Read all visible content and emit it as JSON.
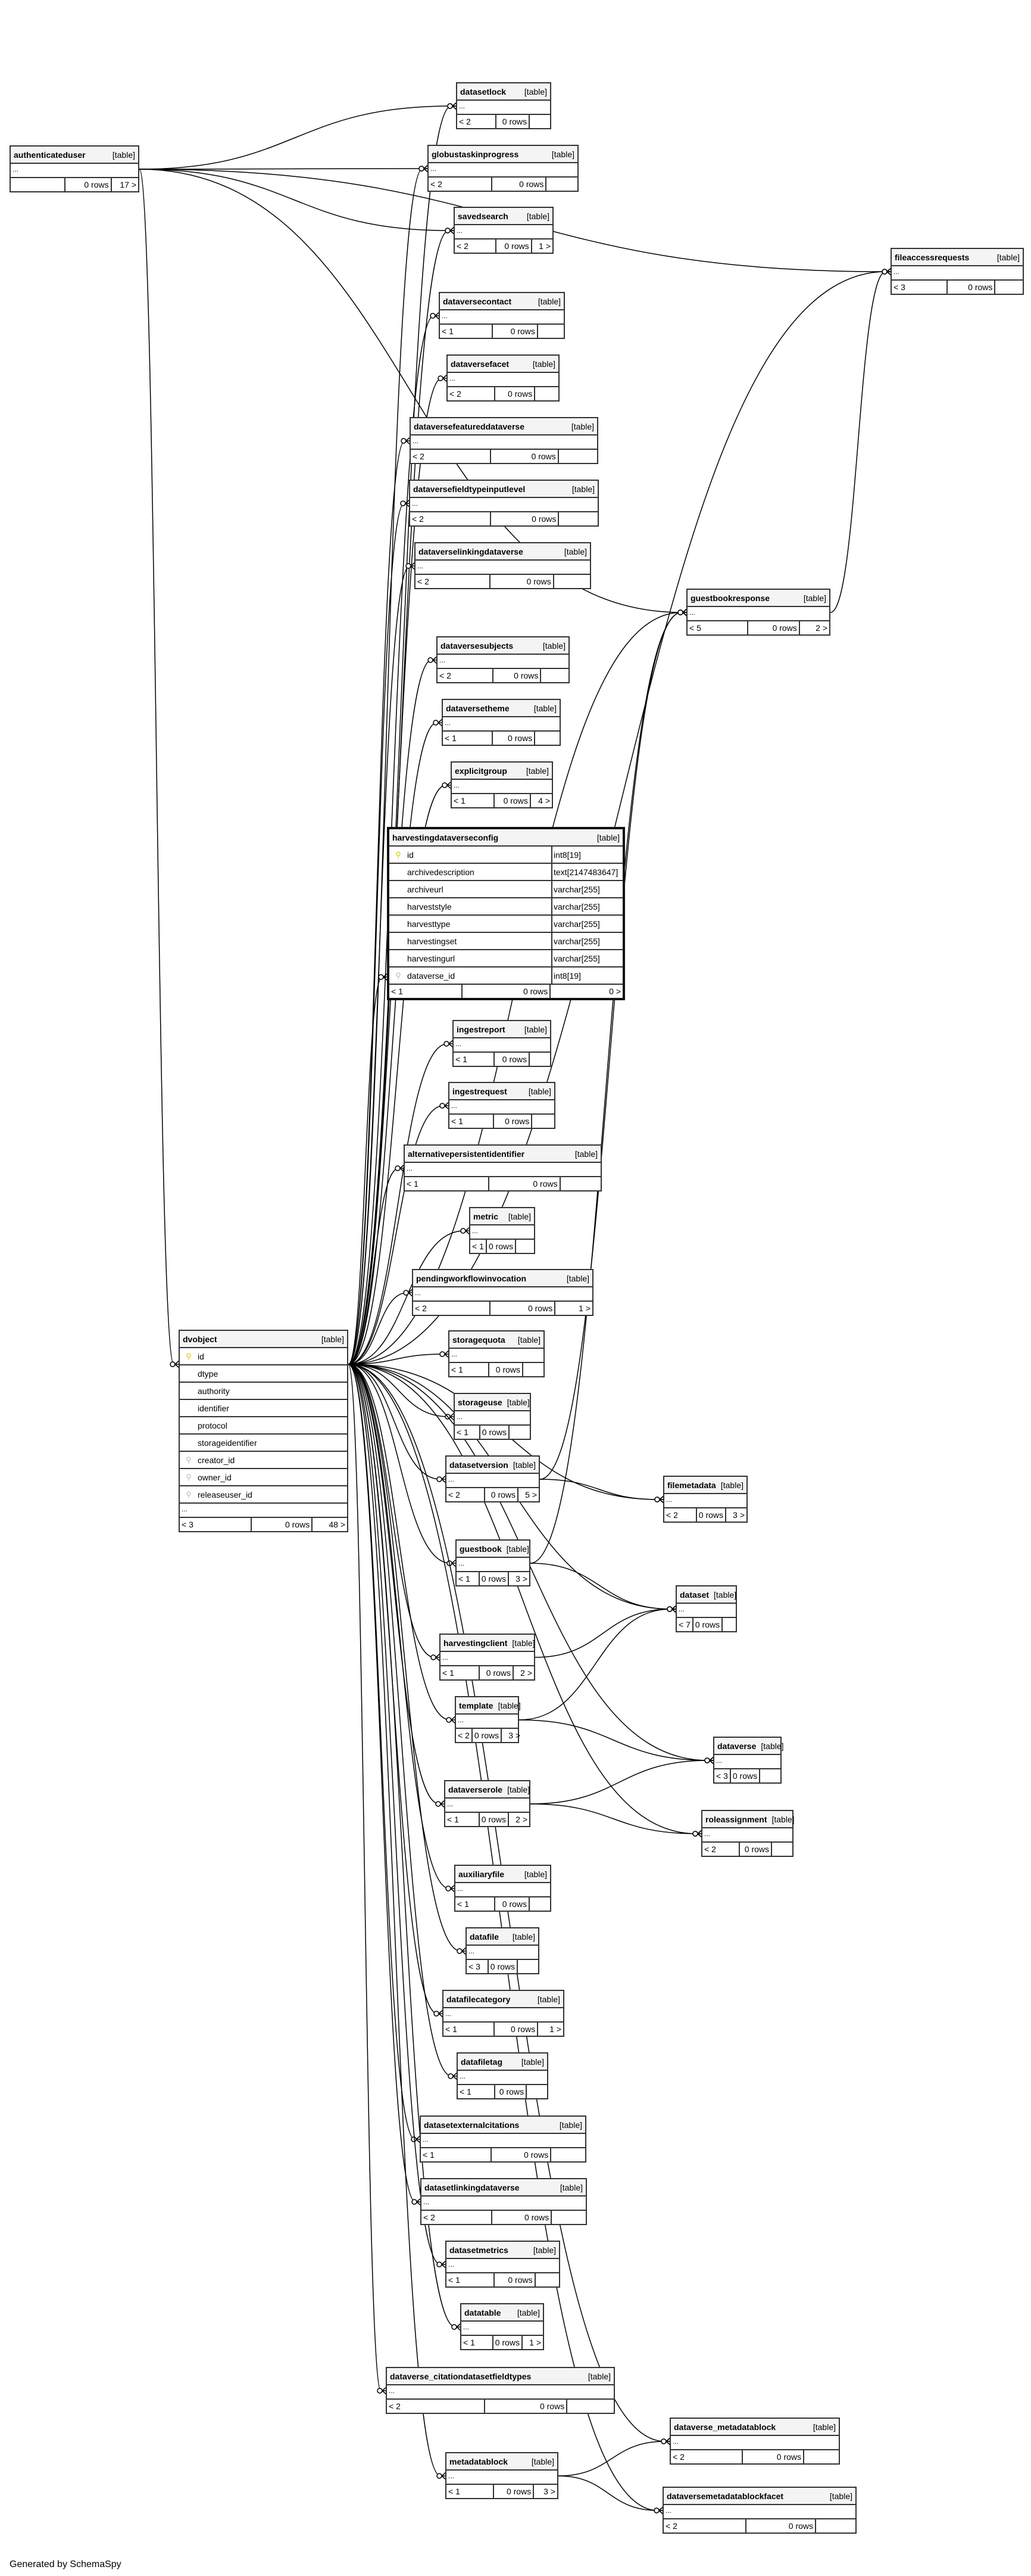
{
  "footer": "Generated by SchemaSpy",
  "table_kind_label": "[table]",
  "ellipsis": "...",
  "focus_table": {
    "name": "harvestingdataverseconfig",
    "kind": "[table]",
    "columns": [
      {
        "name": "id",
        "type": "int8[19]",
        "key": "primary-key"
      },
      {
        "name": "archivedescription",
        "type": "text[2147483647]",
        "key": "none"
      },
      {
        "name": "archiveurl",
        "type": "varchar[255]",
        "key": "none"
      },
      {
        "name": "harveststyle",
        "type": "varchar[255]",
        "key": "none"
      },
      {
        "name": "harvesttype",
        "type": "varchar[255]",
        "key": "none"
      },
      {
        "name": "harvestingset",
        "type": "varchar[255]",
        "key": "none"
      },
      {
        "name": "harvestingurl",
        "type": "varchar[255]",
        "key": "none"
      },
      {
        "name": "dataverse_id",
        "type": "int8[19]",
        "key": "foreign-key"
      }
    ],
    "parents": "< 1",
    "rows": "0 rows",
    "children": "0 >"
  },
  "dvobject": {
    "name": "dvobject",
    "kind": "[table]",
    "columns": [
      {
        "name": "id",
        "key": "primary-key"
      },
      {
        "name": "dtype",
        "key": "none"
      },
      {
        "name": "authority",
        "key": "none"
      },
      {
        "name": "identifier",
        "key": "none"
      },
      {
        "name": "protocol",
        "key": "none"
      },
      {
        "name": "storageidentifier",
        "key": "none"
      },
      {
        "name": "creator_id",
        "key": "foreign-key"
      },
      {
        "name": "owner_id",
        "key": "foreign-key"
      },
      {
        "name": "releaseuser_id",
        "key": "foreign-key"
      }
    ],
    "parents": "< 3",
    "rows": "0 rows",
    "children": "48 >"
  },
  "tables": [
    {
      "id": "authenticateduser",
      "name": "authenticateduser",
      "parents": "",
      "rows": "0 rows",
      "children": "17 >"
    },
    {
      "id": "datasetlock",
      "name": "datasetlock",
      "parents": "< 2",
      "rows": "0 rows",
      "children": ""
    },
    {
      "id": "globustaskinprogress",
      "name": "globustaskinprogress",
      "parents": "< 2",
      "rows": "0 rows",
      "children": ""
    },
    {
      "id": "savedsearch",
      "name": "savedsearch",
      "parents": "< 2",
      "rows": "0 rows",
      "children": "1 >"
    },
    {
      "id": "fileaccessrequests",
      "name": "fileaccessrequests",
      "parents": "< 3",
      "rows": "0 rows",
      "children": ""
    },
    {
      "id": "dataversecontact",
      "name": "dataversecontact",
      "parents": "< 1",
      "rows": "0 rows",
      "children": ""
    },
    {
      "id": "dataversefacet",
      "name": "dataversefacet",
      "parents": "< 2",
      "rows": "0 rows",
      "children": ""
    },
    {
      "id": "dataversefeatureddataverse",
      "name": "dataversefeatureddataverse",
      "parents": "< 2",
      "rows": "0 rows",
      "children": ""
    },
    {
      "id": "dataversefieldtypeinputlevel",
      "name": "dataversefieldtypeinputlevel",
      "parents": "< 2",
      "rows": "0 rows",
      "children": ""
    },
    {
      "id": "dataverselinkingdataverse",
      "name": "dataverselinkingdataverse",
      "parents": "< 2",
      "rows": "0 rows",
      "children": ""
    },
    {
      "id": "guestbookresponse",
      "name": "guestbookresponse",
      "parents": "< 5",
      "rows": "0 rows",
      "children": "2 >"
    },
    {
      "id": "dataversesubjects",
      "name": "dataversesubjects",
      "parents": "< 2",
      "rows": "0 rows",
      "children": ""
    },
    {
      "id": "dataversetheme",
      "name": "dataversetheme",
      "parents": "< 1",
      "rows": "0 rows",
      "children": ""
    },
    {
      "id": "explicitgroup",
      "name": "explicitgroup",
      "parents": "< 1",
      "rows": "0 rows",
      "children": "4 >"
    },
    {
      "id": "ingestreport",
      "name": "ingestreport",
      "parents": "< 1",
      "rows": "0 rows",
      "children": ""
    },
    {
      "id": "ingestrequest",
      "name": "ingestrequest",
      "parents": "< 1",
      "rows": "0 rows",
      "children": ""
    },
    {
      "id": "alternativepersistentidentifier",
      "name": "alternativepersistentidentifier",
      "parents": "< 1",
      "rows": "0 rows",
      "children": ""
    },
    {
      "id": "metric",
      "name": "metric",
      "parents": "< 1",
      "rows": "0 rows",
      "children": ""
    },
    {
      "id": "pendingworkflowinvocation",
      "name": "pendingworkflowinvocation",
      "parents": "< 2",
      "rows": "0 rows",
      "children": "1 >"
    },
    {
      "id": "storagequota",
      "name": "storagequota",
      "parents": "< 1",
      "rows": "0 rows",
      "children": ""
    },
    {
      "id": "storageuse",
      "name": "storageuse",
      "parents": "< 1",
      "rows": "0 rows",
      "children": ""
    },
    {
      "id": "datasetversion",
      "name": "datasetversion",
      "parents": "< 2",
      "rows": "0 rows",
      "children": "5 >"
    },
    {
      "id": "filemetadata",
      "name": "filemetadata",
      "parents": "< 2",
      "rows": "0 rows",
      "children": "3 >"
    },
    {
      "id": "guestbook",
      "name": "guestbook",
      "parents": "< 1",
      "rows": "0 rows",
      "children": "3 >"
    },
    {
      "id": "dataset",
      "name": "dataset",
      "parents": "< 7",
      "rows": "0 rows",
      "children": ""
    },
    {
      "id": "harvestingclient",
      "name": "harvestingclient",
      "parents": "< 1",
      "rows": "0 rows",
      "children": "2 >"
    },
    {
      "id": "template",
      "name": "template",
      "parents": "< 2",
      "rows": "0 rows",
      "children": "3 >"
    },
    {
      "id": "dataverse",
      "name": "dataverse",
      "parents": "< 3",
      "rows": "0 rows",
      "children": ""
    },
    {
      "id": "dataverserole",
      "name": "dataverserole",
      "parents": "< 1",
      "rows": "0 rows",
      "children": "2 >"
    },
    {
      "id": "roleassignment",
      "name": "roleassignment",
      "parents": "< 2",
      "rows": "0 rows",
      "children": ""
    },
    {
      "id": "auxiliaryfile",
      "name": "auxiliaryfile",
      "parents": "< 1",
      "rows": "0 rows",
      "children": ""
    },
    {
      "id": "datafile",
      "name": "datafile",
      "parents": "< 3",
      "rows": "0 rows",
      "children": ""
    },
    {
      "id": "datafilecategory",
      "name": "datafilecategory",
      "parents": "< 1",
      "rows": "0 rows",
      "children": "1 >"
    },
    {
      "id": "datafiletag",
      "name": "datafiletag",
      "parents": "< 1",
      "rows": "0 rows",
      "children": ""
    },
    {
      "id": "datasetexternalcitations",
      "name": "datasetexternalcitations",
      "parents": "< 1",
      "rows": "0 rows",
      "children": ""
    },
    {
      "id": "datasetlinkingdataverse",
      "name": "datasetlinkingdataverse",
      "parents": "< 2",
      "rows": "0 rows",
      "children": ""
    },
    {
      "id": "datasetmetrics",
      "name": "datasetmetrics",
      "parents": "< 1",
      "rows": "0 rows",
      "children": ""
    },
    {
      "id": "datatable",
      "name": "datatable",
      "parents": "< 1",
      "rows": "0 rows",
      "children": "1 >"
    },
    {
      "id": "dataverse_citationdatasetfieldtypes",
      "name": "dataverse_citationdatasetfieldtypes",
      "parents": "< 2",
      "rows": "0 rows",
      "children": ""
    },
    {
      "id": "dataverse_metadatablock",
      "name": "dataverse_metadatablock",
      "parents": "< 2",
      "rows": "0 rows",
      "children": ""
    },
    {
      "id": "metadatablock",
      "name": "metadatablock",
      "parents": "< 1",
      "rows": "0 rows",
      "children": "3 >"
    },
    {
      "id": "dataversemetadatablockfacet",
      "name": "dataversemetadatablockfacet",
      "parents": "< 2",
      "rows": "0 rows",
      "children": ""
    }
  ],
  "relationships": [
    [
      "authenticateduser",
      "datasetlock"
    ],
    [
      "authenticateduser",
      "globustaskinprogress"
    ],
    [
      "authenticateduser",
      "savedsearch"
    ],
    [
      "authenticateduser",
      "fileaccessrequests"
    ],
    [
      "authenticateduser",
      "guestbookresponse"
    ],
    [
      "authenticateduser",
      "dvobject"
    ],
    [
      "dvobject",
      "datasetlock"
    ],
    [
      "dvobject",
      "globustaskinprogress"
    ],
    [
      "dvobject",
      "savedsearch"
    ],
    [
      "dvobject",
      "fileaccessrequests"
    ],
    [
      "dvobject",
      "dataversecontact"
    ],
    [
      "dvobject",
      "dataversefacet"
    ],
    [
      "dvobject",
      "dataversefeatureddataverse"
    ],
    [
      "dvobject",
      "dataversefieldtypeinputlevel"
    ],
    [
      "dvobject",
      "dataverselinkingdataverse"
    ],
    [
      "dvobject",
      "guestbookresponse"
    ],
    [
      "dvobject",
      "dataversesubjects"
    ],
    [
      "dvobject",
      "dataversetheme"
    ],
    [
      "dvobject",
      "explicitgroup"
    ],
    [
      "dvobject",
      "harvestingdataverseconfig"
    ],
    [
      "dvobject",
      "ingestreport"
    ],
    [
      "dvobject",
      "ingestrequest"
    ],
    [
      "dvobject",
      "alternativepersistentidentifier"
    ],
    [
      "dvobject",
      "metric"
    ],
    [
      "dvobject",
      "pendingworkflowinvocation"
    ],
    [
      "dvobject",
      "storagequota"
    ],
    [
      "dvobject",
      "storageuse"
    ],
    [
      "dvobject",
      "datasetversion"
    ],
    [
      "dvobject",
      "filemetadata"
    ],
    [
      "dvobject",
      "guestbook"
    ],
    [
      "dvobject",
      "dataset"
    ],
    [
      "dvobject",
      "harvestingclient"
    ],
    [
      "dvobject",
      "template"
    ],
    [
      "dvobject",
      "dataverse"
    ],
    [
      "dvobject",
      "dataverserole"
    ],
    [
      "dvobject",
      "roleassignment"
    ],
    [
      "dvobject",
      "auxiliaryfile"
    ],
    [
      "dvobject",
      "datafile"
    ],
    [
      "dvobject",
      "datafilecategory"
    ],
    [
      "dvobject",
      "datafiletag"
    ],
    [
      "dvobject",
      "datasetexternalcitations"
    ],
    [
      "dvobject",
      "datasetlinkingdataverse"
    ],
    [
      "dvobject",
      "datasetmetrics"
    ],
    [
      "dvobject",
      "datatable"
    ],
    [
      "dvobject",
      "dataverse_citationdatasetfieldtypes"
    ],
    [
      "dvobject",
      "dataverse_metadatablock"
    ],
    [
      "dvobject",
      "metadatablock"
    ],
    [
      "dvobject",
      "dataversemetadatablockfacet"
    ],
    [
      "datasetversion",
      "guestbookresponse"
    ],
    [
      "datasetversion",
      "filemetadata"
    ],
    [
      "guestbook",
      "guestbookresponse"
    ],
    [
      "guestbook",
      "dataset"
    ],
    [
      "guestbookresponse",
      "fileaccessrequests"
    ],
    [
      "harvestingclient",
      "dataset"
    ],
    [
      "template",
      "dataset"
    ],
    [
      "template",
      "dataverse"
    ],
    [
      "dataverserole",
      "dataverse"
    ],
    [
      "dataverserole",
      "roleassignment"
    ],
    [
      "metadatablock",
      "dataverse_metadatablock"
    ],
    [
      "metadatablock",
      "dataversemetadatablockfacet"
    ]
  ]
}
